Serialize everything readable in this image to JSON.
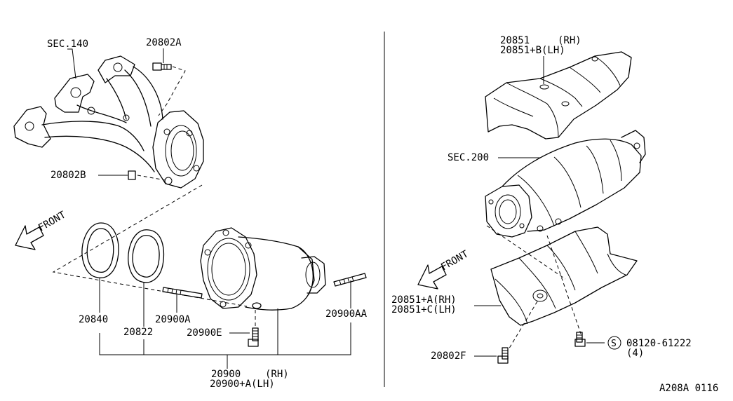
{
  "labels": {
    "sec140": "SEC.140",
    "p20802A": "20802A",
    "p20802B": "20802B",
    "front_left": "FRONT",
    "p20840": "20840",
    "p20822": "20822",
    "p20900A": "20900A",
    "p20900E": "20900E",
    "p20900AA": "20900AA",
    "p20900": "20900",
    "p20900_rh": "(RH)",
    "p20900A_lh": "20900+A(LH)",
    "p20851": "20851",
    "p20851_rh": "(RH)",
    "p20851B_lh": "20851+B(LH)",
    "sec200": "SEC.200",
    "front_right": "FRONT",
    "p20851A_rh": "20851+A(RH)",
    "p20851C_lh": "20851+C(LH)",
    "p20802F": "20802F",
    "screw_num": "08120-61222",
    "screw_qty": "(4)",
    "screw_symbol": "S",
    "diagram_code": "A208A 0116"
  }
}
